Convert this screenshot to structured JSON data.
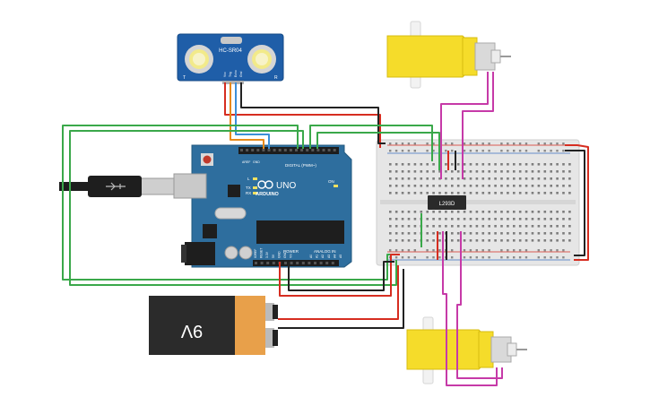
{
  "sensor": {
    "model": "HC-SR04",
    "pins": [
      "Vcc",
      "Trig",
      "Echo",
      "Gnd"
    ],
    "mark_t": "T",
    "mark_r": "R"
  },
  "arduino": {
    "brand": "ARDUINO",
    "model": "UNO",
    "digital_label": "DIGITAL (PWM~)",
    "power_label": "POWER",
    "analog_label": "ANALOG IN",
    "aref": "AREF",
    "gnd": "GND",
    "led_l": "L",
    "led_tx": "TX",
    "led_rx": "RX",
    "on_label": "ON",
    "power_pins": [
      "IOREF",
      "RESET",
      "3.3V",
      "5V",
      "GND",
      "GND",
      "Vin"
    ],
    "analog_pins": [
      "A0",
      "A1",
      "A2",
      "A3",
      "A4",
      "A5"
    ]
  },
  "battery": {
    "label": "9V"
  },
  "driver_chip": {
    "label": "L293D"
  },
  "colors": {
    "board": "#2e6e9e",
    "breadboard": "#e6e6e6",
    "sensor_board": "#1f5ea8",
    "battery_black": "#2b2b2b",
    "battery_orange": "#e8a04a",
    "motor_yellow": "#f5dc2a",
    "wire_red": "#d62d20",
    "wire_black": "#222222",
    "wire_green": "#3aa84a",
    "wire_orange": "#e88a1a",
    "wire_blue": "#3c8fd8",
    "wire_magenta": "#c63aa8"
  }
}
